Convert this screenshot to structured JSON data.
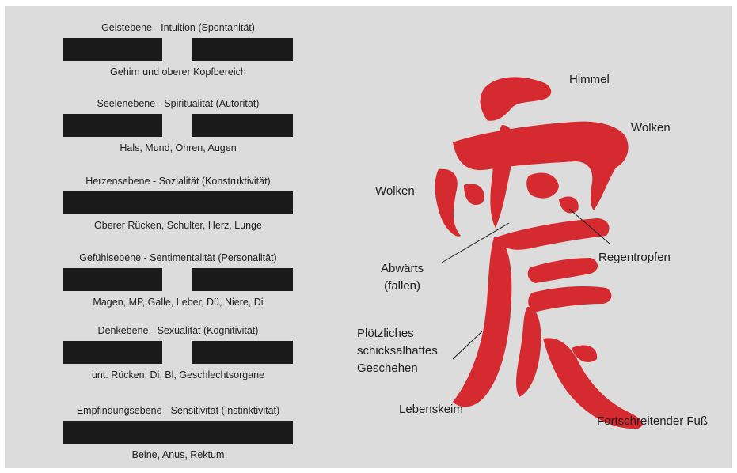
{
  "levels": [
    {
      "title": "Geistebene - Intuition (Spontanität)",
      "line": "yin",
      "body": "Gehirn und oberer Kopfbereich"
    },
    {
      "title": "Seelenebene - Spiritualität (Autorität)",
      "line": "yin",
      "body": "Hals, Mund, Ohren, Augen"
    },
    {
      "title": "Herzensebene - Sozialität (Konstruktivität)",
      "line": "yang",
      "body": "Oberer Rücken, Schulter, Herz, Lunge"
    },
    {
      "title": "Gefühlsebene - Sentimentalität (Personalität)",
      "line": "yin",
      "body": "Magen, MP, Galle, Leber, Dü, Niere, Di"
    },
    {
      "title": "Denkebene - Sexualität (Kognitivität)",
      "line": "yin",
      "body": "unt. Rücken, Di, Bl, Geschlechtsorgane"
    },
    {
      "title": "Empfindungsebene - Sensitivität (Instinktivität)",
      "line": "yang",
      "body": "Beine, Anus, Rektum"
    }
  ],
  "character": {
    "color": "#d42a30",
    "labels": {
      "himmel": "Himmel",
      "wolken_right": "Wolken",
      "wolken_left": "Wolken",
      "regentropfen": "Regentropfen",
      "abwaerts_1": "Abwärts",
      "abwaerts_2": "(fallen)",
      "ploetzlich_1": "Plötzliches",
      "ploetzlich_2": "schicksalhaftes",
      "ploetzlich_3": "Geschehen",
      "lebenskeim": "Lebenskeim",
      "fortschreitender_fuss": "Fortschreitender Fuß"
    }
  }
}
